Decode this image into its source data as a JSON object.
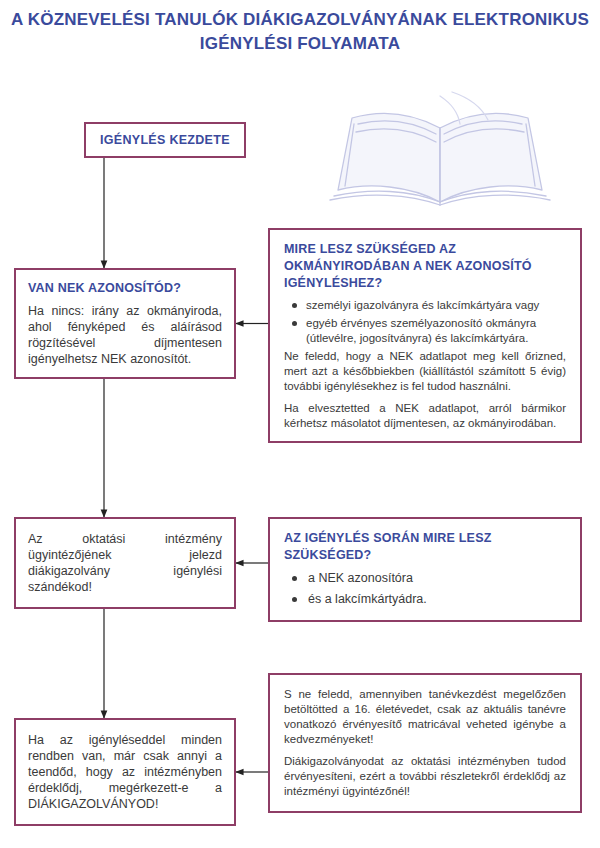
{
  "diagram": {
    "title": "A KÖZNEVELÉSI TANULÓK DIÁKIGAZOLVÁNYÁNAK ELEKTRONIKUS IGÉNYLÉSI FOLYAMATA",
    "nodes": [
      {
        "text": [
          "IGÉNYLÉS KEZDETE"
        ]
      },
      {
        "text": [
          "VAN NEK AZONOSÍTÓD?",
          "Ha nincs: irány az okmányiroda, ahol fényképed és aláírásod rögzítésével díjmentesen igényelhetsz NEK azonosítót."
        ]
      },
      {
        "text": [
          "MIRE LESZ SZÜKSÉGED AZ OKMÁNYIRODÁBAN A NEK AZONOSÍTÓ IGÉNYLÉSHEZ?",
          "személyi igazolványra és lakcímkártyára vagy",
          "egyéb érvényes személyazonosító okmányra (útlevélre, jogosítványra) és lakcímkártyára.",
          "Ne feledd, hogy a NEK adatlapot meg kell őrizned, mert azt a későbbiekben (kiállítástól számított 5 évig) további igénylésekhez is fel tudod használni.",
          "Ha elvesztetted a NEK adatlapot, arról bármikor kérhetsz másolatot díjmentesen, az okmányirodában."
        ]
      },
      {
        "text": [
          "Az oktatási intézmény ügyintézőjének jelezd diákigazolvány igénylési szándékod!"
        ]
      },
      {
        "text": [
          "AZ IGÉNYLÉS SORÁN MIRE LESZ SZÜKSÉGED?",
          "a NEK azonosítóra",
          "és a lakcímkártyádra."
        ]
      },
      {
        "text": [
          "Ha az igényléseddel minden rendben van, már csak annyi a teendőd, hogy az intézményben érdeklődj, megérkezett-e a DIÁKIGAZOLVÁNYOD!"
        ]
      },
      {
        "text": [
          "S ne feledd, amennyiben tanévkezdést megelőzően betöltötted a 16. életévedet, csak az aktuális tanévre vonatkozó érvényesítő matricával veheted igénybe a kedvezményeket!",
          "Diákigazolványodat az oktatási intézményben tudod érvényesíteni, ezért a további részletekről érdeklődj az intézményi ügyintézőnél!"
        ]
      }
    ],
    "edges": [
      {
        "from": 0,
        "to": 1,
        "arrow": "to"
      },
      {
        "from": 2,
        "to": 1,
        "arrow": "to"
      },
      {
        "from": 1,
        "to": 3,
        "arrow": "to"
      },
      {
        "from": 4,
        "to": 3,
        "arrow": "to"
      },
      {
        "from": 3,
        "to": 5,
        "arrow": "to"
      },
      {
        "from": 6,
        "to": 5,
        "arrow": "to"
      }
    ]
  }
}
